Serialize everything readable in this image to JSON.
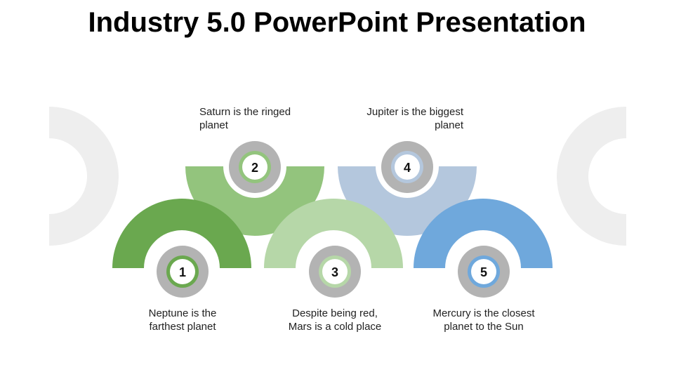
{
  "title": "Industry 5.0 PowerPoint Presentation",
  "colors": {
    "green_dark": "#6aa84f",
    "green_mid": "#93c47d",
    "green_light": "#b6d7a8",
    "blue_light": "#b4c7dd",
    "blue": "#6fa8dc",
    "gray_ring": "#b3b3b3",
    "deco_gray": "#eeeeee"
  },
  "steps": [
    {
      "number": "1",
      "text": "Neptune is the\nfarthest planet"
    },
    {
      "number": "2",
      "text": "Saturn is the ringed\nplanet"
    },
    {
      "number": "3",
      "text": "Despite being red,\nMars is a cold place"
    },
    {
      "number": "4",
      "text": "Jupiter is the biggest\nplanet"
    },
    {
      "number": "5",
      "text": "Mercury is the closest\nplanet to the Sun"
    }
  ]
}
